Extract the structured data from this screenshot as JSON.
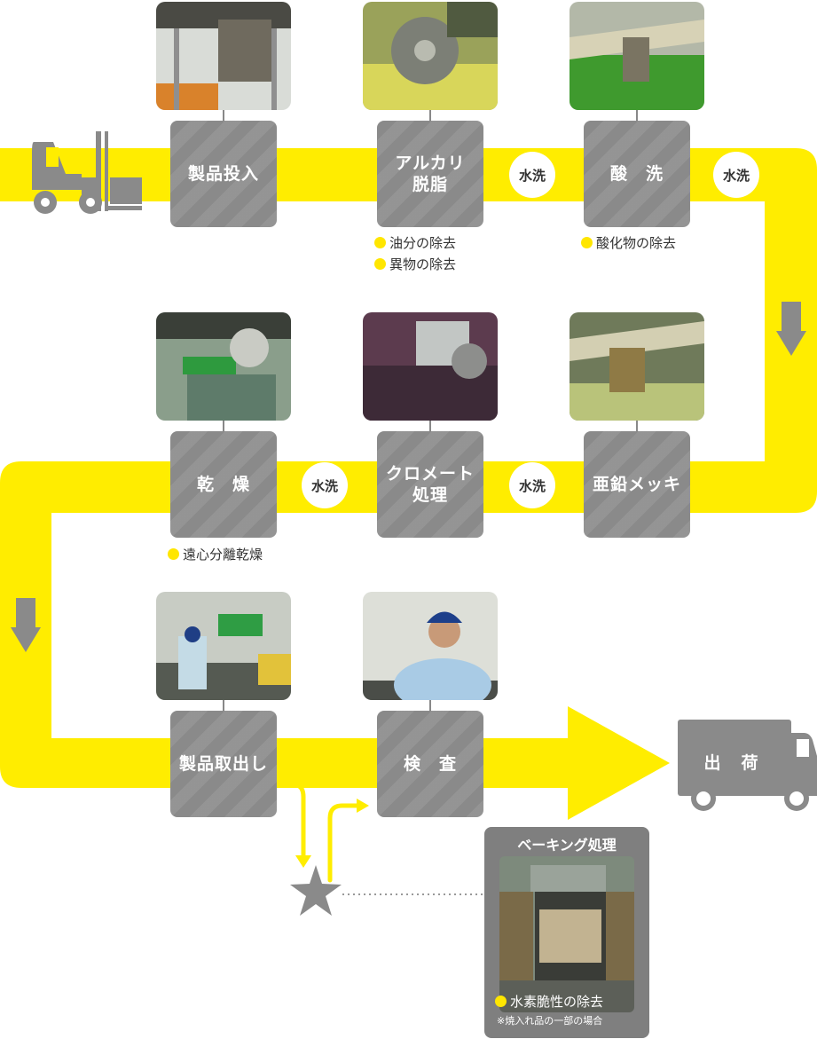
{
  "steps": {
    "product_input": "製品投入",
    "alkali_degrease_line1": "アルカリ",
    "alkali_degrease_line2": "脱脂",
    "pickling": "酸　洗",
    "zinc_plating": "亜鉛メッキ",
    "chromate_line1": "クロメート",
    "chromate_line2": "処理",
    "drying": "乾　燥",
    "product_removal": "製品取出し",
    "inspection": "検　査",
    "shipping": "出　荷"
  },
  "wash_label": "水洗",
  "notes": {
    "alkali": [
      "油分の除去",
      "異物の除去"
    ],
    "pickling": [
      "酸化物の除去"
    ],
    "drying": [
      "遠心分離乾燥"
    ]
  },
  "baking": {
    "title": "ベーキング処理",
    "note": "水素脆性の除去",
    "subnote": "※焼入れ品の一部の場合"
  },
  "colors": {
    "flow_yellow": "#ffed00",
    "box_gray": "#8a8a8a",
    "icon_gray": "#8a8a8a",
    "dot_yellow": "#ffe600"
  },
  "icons": {
    "start": "forklift-icon",
    "end": "truck-icon",
    "junction": "star-icon",
    "direction": "arrow-down-icon"
  }
}
